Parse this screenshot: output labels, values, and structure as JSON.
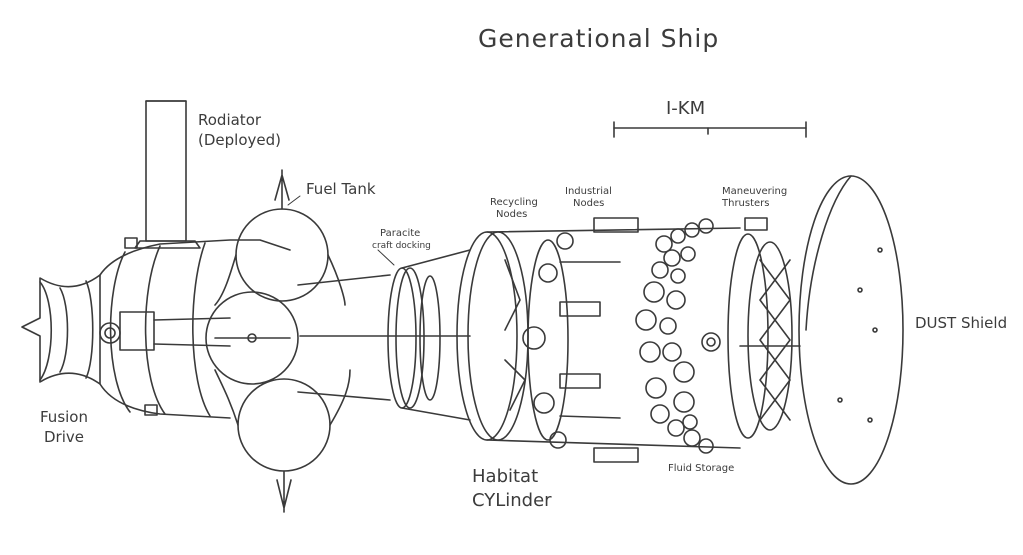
{
  "title": "Generational Ship",
  "scale_bar": {
    "label": "I-KM"
  },
  "labels": {
    "radiator_line1": "Rodiator",
    "radiator_line2": "(Deployed)",
    "fuel_tank": "Fuel Tank",
    "paracite_line1": "Paracite",
    "paracite_line2": "craft docking",
    "recycling_line1": "Recycling",
    "recycling_line2": "Nodes",
    "industrial_line1": "Industrial",
    "industrial_line2": "Nodes",
    "thrusters_line1": "Maneuvering",
    "thrusters_line2": "Thrusters",
    "dust_shield": "DUST Shield",
    "fusion_line1": "Fusion",
    "fusion_line2": "Drive",
    "habitat_line1": "Habitat",
    "habitat_line2": "CYLinder",
    "fluid_storage": "Fluid Storage"
  },
  "colors": {
    "ink": "#3a3a3a",
    "paper": "#ffffff"
  }
}
